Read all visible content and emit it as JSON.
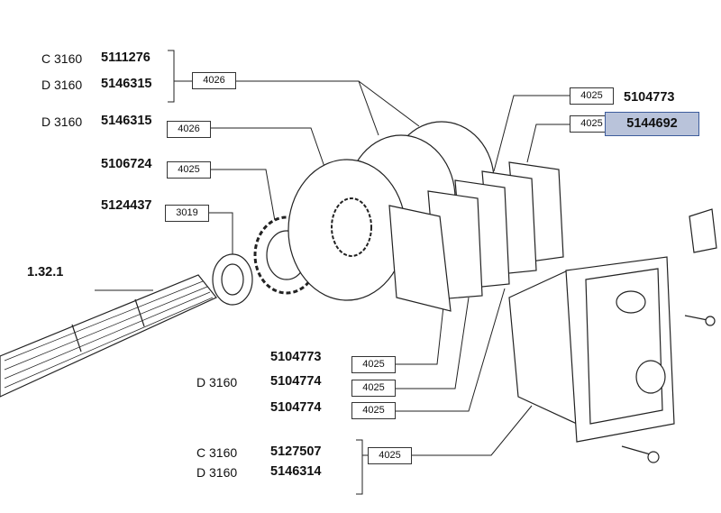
{
  "labels": {
    "c3160": "C 3160",
    "d3160": "D 3160",
    "ref_shaft": "1.32.1"
  },
  "callouts": [
    {
      "variant_top": "C 3160",
      "part_top": "5111276",
      "variant_bottom": "D 3160",
      "part_bottom": "5146315",
      "group": "4026"
    },
    {
      "variant": "D 3160",
      "part": "5146315",
      "group": "4026"
    },
    {
      "part": "5106724",
      "group": "4025"
    },
    {
      "part": "5124437",
      "group": "3019"
    },
    {
      "part": "5104773",
      "group": "4025"
    },
    {
      "part": "5144692",
      "group": "4025",
      "highlighted": true
    },
    {
      "part": "5104773",
      "group": "4025"
    },
    {
      "variant": "D 3160",
      "part": "5104774",
      "group": "4025"
    },
    {
      "part": "5104774",
      "group": "4025"
    },
    {
      "variant_top": "C 3160",
      "part_top": "5127507",
      "variant_bottom": "D 3160",
      "part_bottom": "5146314",
      "group": "4025"
    }
  ],
  "colors": {
    "highlight_fill": "#b9c3da",
    "highlight_border": "#3d5c9c"
  }
}
